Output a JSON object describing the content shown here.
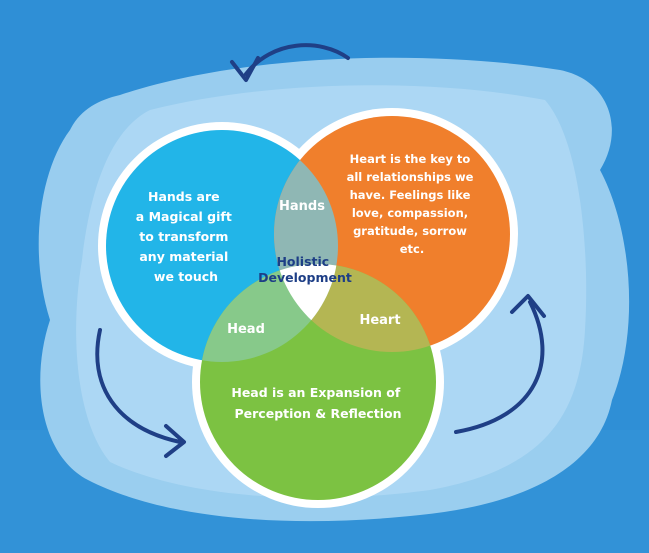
{
  "diagram": {
    "hands_circle": {
      "lines": [
        "Hands are",
        "a Magical gift",
        "to transform",
        "any material",
        "we touch"
      ],
      "color": "#22b5e8"
    },
    "heart_circle": {
      "lines": [
        "Heart is the key to",
        "all relationships we",
        "have. Feelings like",
        "love, compassion,",
        "gratitude, sorrow",
        "etc."
      ],
      "color": "#f07f2c"
    },
    "head_circle": {
      "lines": [
        "Head is an Expansion of",
        "Perception & Reflection"
      ],
      "color": "#7cc242"
    },
    "overlaps": {
      "hands": "Hands",
      "heart": "Heart",
      "head": "Head"
    },
    "center": {
      "lines": [
        "Holistic",
        "Development"
      ]
    },
    "colors": {
      "background": "#2f8fd6",
      "backdrop": "#a9d6f3",
      "arrows": "#1f3f86",
      "center_text": "#1d3e86",
      "overlap_hands": "#8fb7b4",
      "overlap_heart": "#b4b653",
      "overlap_head": "#87c98a"
    }
  }
}
